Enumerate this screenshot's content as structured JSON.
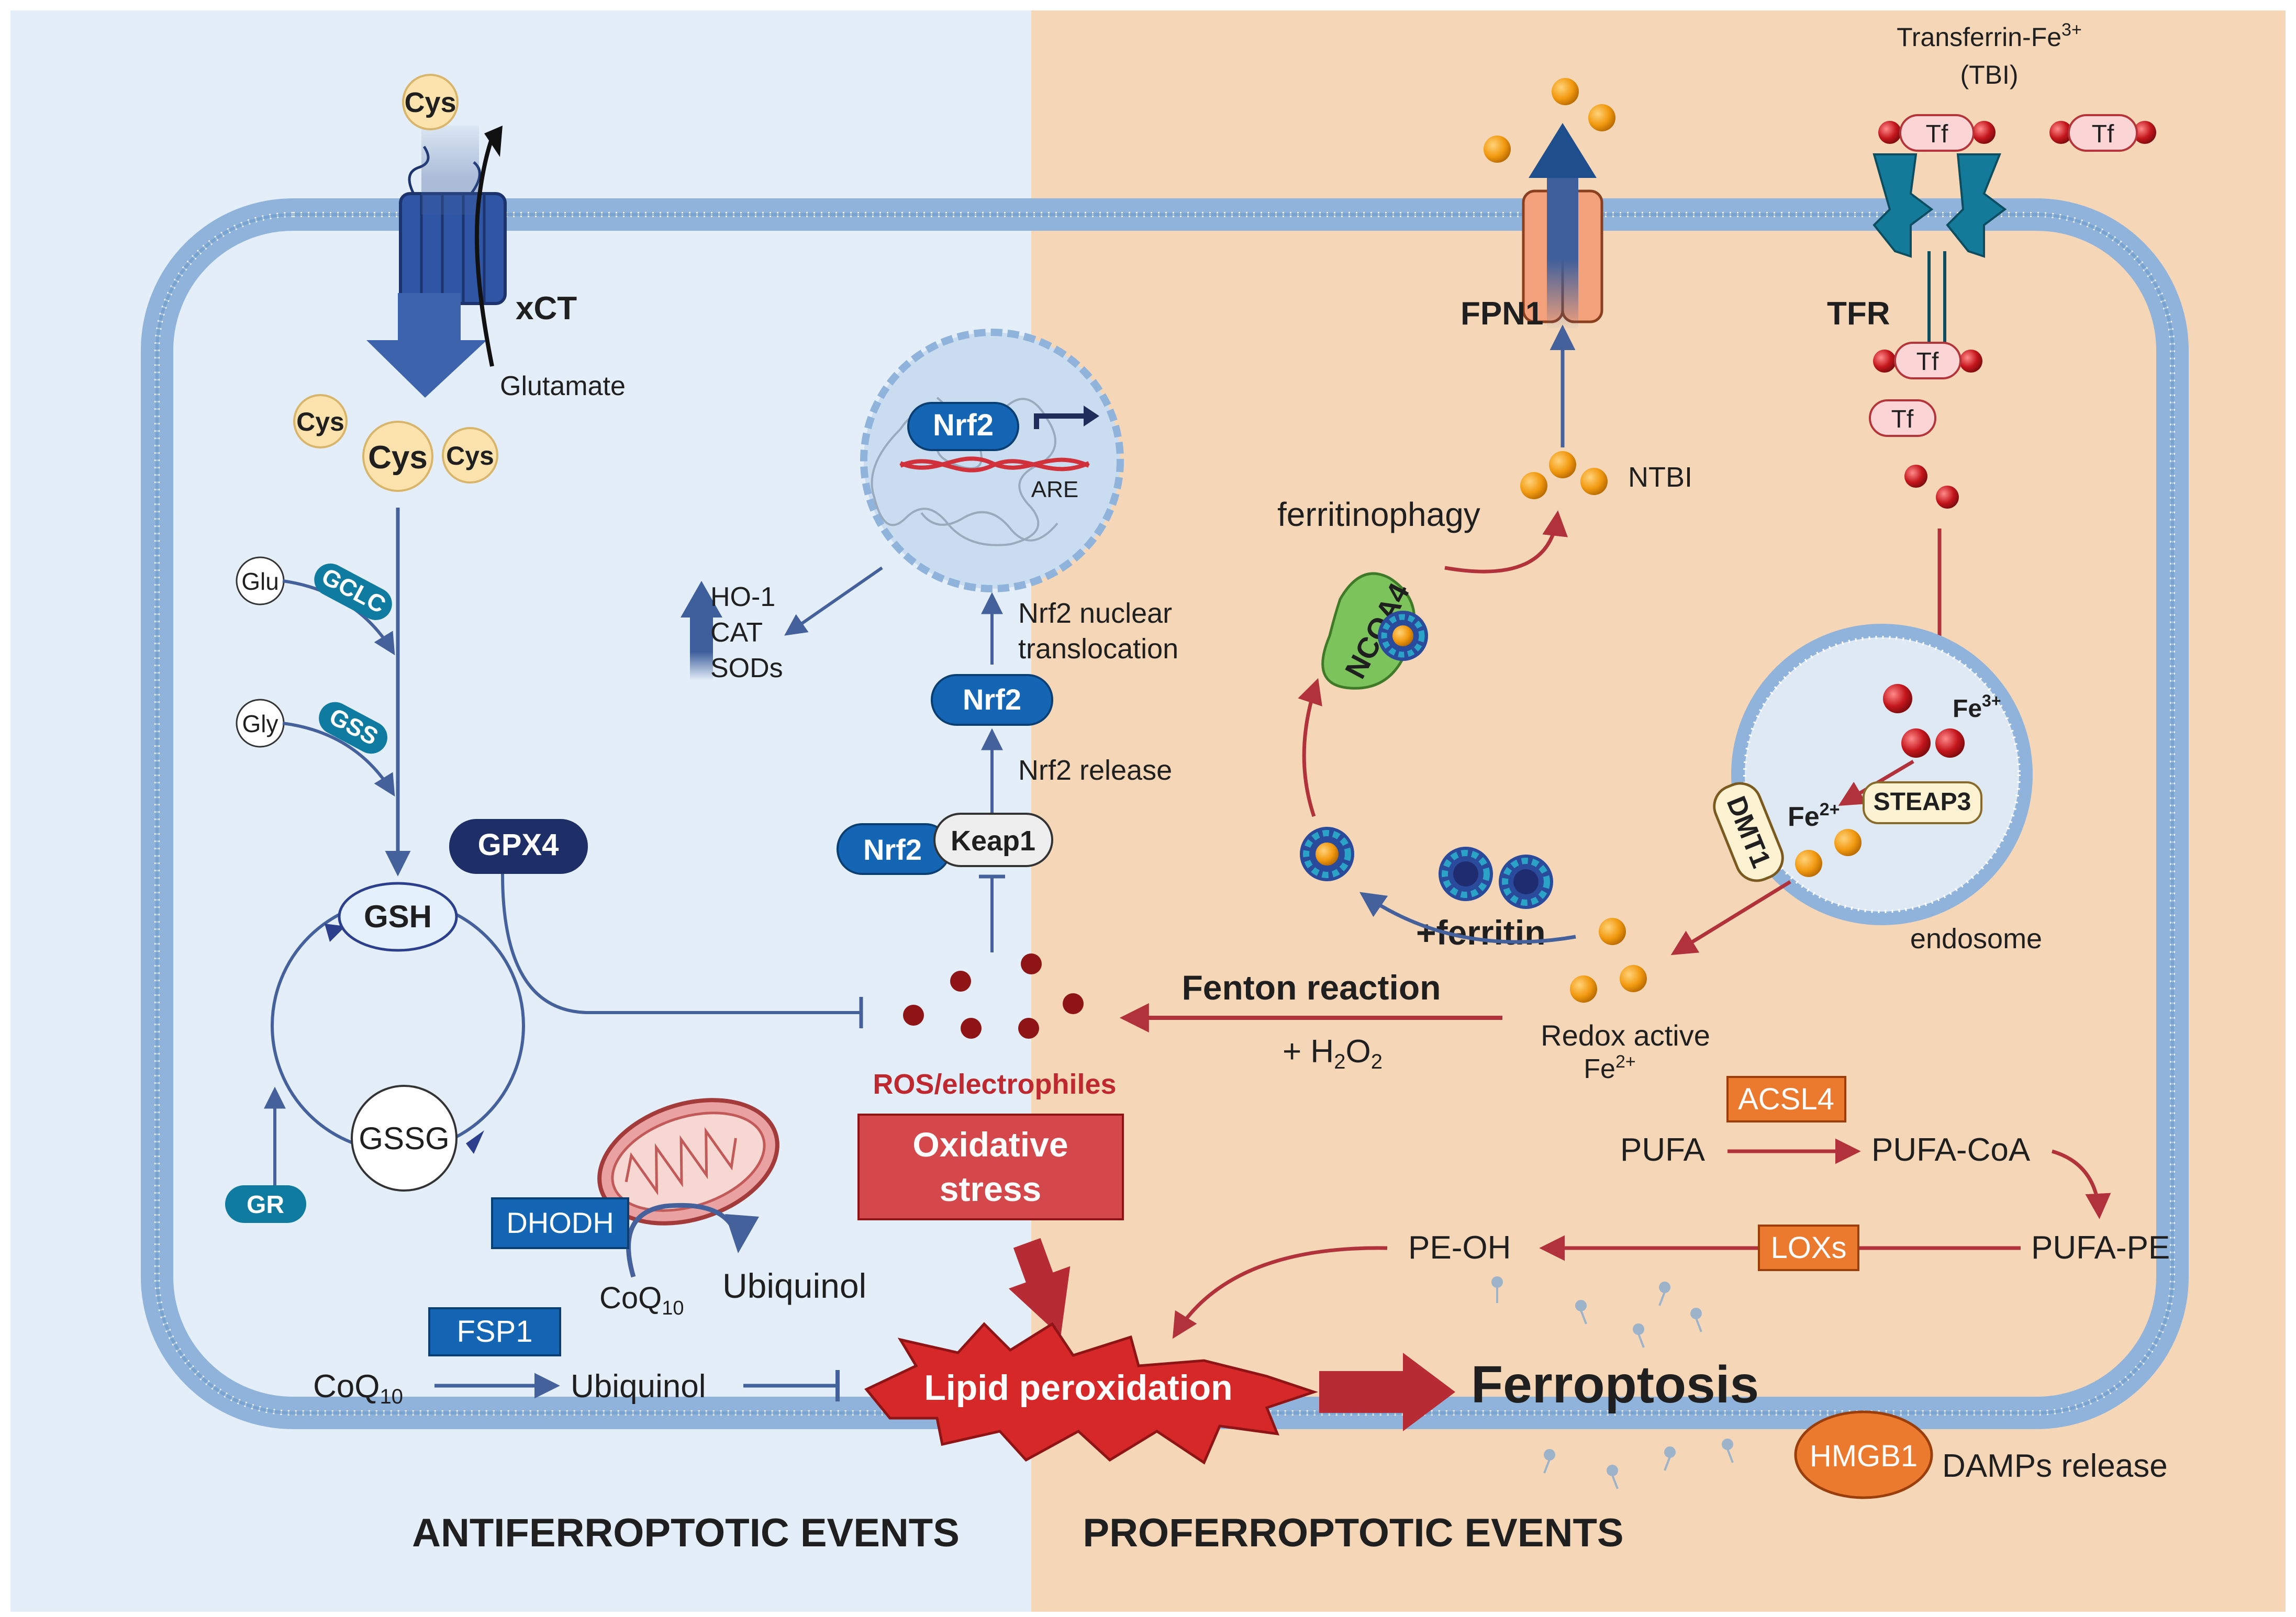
{
  "colors": {
    "anti_bg": "#e4eef8",
    "pro_bg": "#f5d7b8",
    "membrane": "#7fa7d0",
    "arrow_blue": "#44619c",
    "arrow_red": "#b1323a",
    "iron_orange": "#f0960e",
    "iron_red": "#b71c1c",
    "pill_teal": "#0f7ba0",
    "pill_blue": "#1466b4",
    "pill_navy": "#1e2e66",
    "stress_red": "#d4484b",
    "enzyme_orange": "#ec7a2e",
    "ncoa4_green": "#7dc35c"
  },
  "sections": {
    "anti_title": "ANTIFERROPTOTIC EVENTS",
    "pro_title": "PROFERROPTOTIC EVENTS"
  },
  "transport": {
    "cys_outside": "Cys",
    "xct": "xCT",
    "glutamate": "Glutamate",
    "cys_inside": [
      "Cys",
      "Cys",
      "Cys"
    ]
  },
  "gsh_synthesis": {
    "glu": "Glu",
    "gclc": "GCLC",
    "gly": "Gly",
    "gss": "GSS",
    "gpx4": "GPX4",
    "gsh": "GSH",
    "gssg": "GSSG",
    "gr": "GR"
  },
  "nrf2": {
    "nucleus_nrf2": "Nrf2",
    "are": "ARE",
    "targets": [
      "HO-1",
      "CAT",
      "SODs"
    ],
    "translocation": "Nrf2 nuclear translocation",
    "nrf2_free": "Nrf2",
    "release": "Nrf2 release",
    "complex_nrf2": "Nrf2",
    "keap1": "Keap1"
  },
  "ros": {
    "label": "ROS/electrophiles",
    "stress": "Oxidative stress"
  },
  "coq": {
    "dhodh": "DHODH",
    "coq10": "CoQ",
    "coq10_sub": "10",
    "ubiquinol": "Ubiquinol",
    "fsp1": "FSP1",
    "coq10_bottom": "CoQ",
    "coq10_bottom_sub": "10",
    "ubiquinol_bottom": "Ubiquinol"
  },
  "iron": {
    "tbi_label": "Transferrin-Fe",
    "tbi_sup": "3+",
    "tbi_abbrev": "(TBI)",
    "tf": "Tf",
    "tfr": "TFR",
    "fpn1": "FPN1",
    "ntbi": "NTBI",
    "ferritinophagy": "ferritinophagy",
    "ncoa4": "NCOA4",
    "fe3": "Fe",
    "fe3_sup": "3+",
    "fe2": "Fe",
    "fe2_sup": "2+",
    "steap3": "STEAP3",
    "dmt1": "DMT1",
    "endosome": "endosome",
    "ferritin": "+ferritin",
    "redox_active": "Redox active",
    "redox_fe": "Fe",
    "redox_sup": "2+"
  },
  "fenton": {
    "label": "Fenton reaction",
    "h2o2_prefix": "+ H",
    "h2o2_sub1": "2",
    "h2o2_o": "O",
    "h2o2_sub2": "2"
  },
  "lipid": {
    "acsl4": "ACSL4",
    "pufa": "PUFA",
    "pufa_coa": "PUFA-CoA",
    "pufa_pe": "PUFA-PE",
    "loxs": "LOXs",
    "pe_oh": "PE-OH",
    "lipid_peroxidation": "Lipid peroxidation",
    "ferroptosis": "Ferroptosis",
    "hmgb1": "HMGB1",
    "damps": "DAMPs release"
  }
}
